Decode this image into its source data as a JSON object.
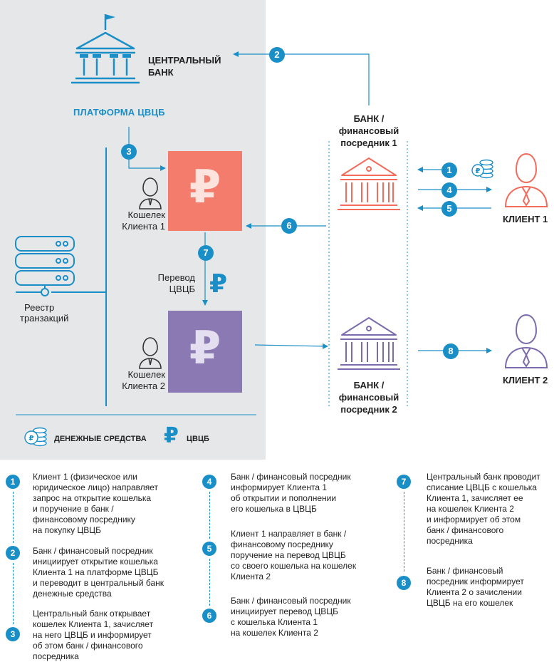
{
  "central_bank": {
    "label_line1": "ЦЕНТРАЛЬНЫЙ",
    "label_line2": "БАНК"
  },
  "platform": {
    "label": "ПЛАТФОРМА ЦВЦБ"
  },
  "bank1": {
    "line1": "БАНК /",
    "line2": "финансовый",
    "line3": "посредник 1"
  },
  "bank2": {
    "line1": "БАНК /",
    "line2": "финансовый",
    "line3": "посредник 2"
  },
  "client1": {
    "label": "КЛИЕНТ 1"
  },
  "client2": {
    "label": "КЛИЕНТ 2"
  },
  "wallet1": {
    "line1": "Кошелек",
    "line2": "Клиента 1"
  },
  "wallet2": {
    "line1": "Кошелек",
    "line2": "Клиента 2"
  },
  "transfer": {
    "line1": "Перевод",
    "line2": "ЦВЦБ"
  },
  "registry": {
    "line1": "Реестр",
    "line2": "транзакций"
  },
  "legend": {
    "money": "ДЕНЕЖНЫЕ СРЕДСТВА",
    "cbdc": "ЦВЦБ"
  },
  "badges": [
    "1",
    "2",
    "3",
    "4",
    "5",
    "6",
    "7",
    "8"
  ],
  "colors": {
    "accent_blue": "#1a8fc7",
    "client1_red": "#f26b5b",
    "client2_purple": "#7b6bab",
    "wallet1": "#f47c6c",
    "wallet2": "#8a79b3",
    "panel_gray": "#e6e7e9"
  },
  "icons": {
    "central_bank": "bank-building-flag-icon",
    "bank": "bank-building-icon",
    "client": "person-tie-icon",
    "wallet_owner": "person-outline-icon",
    "registry": "server-stack-icon",
    "money": "coin-stack-icon",
    "cbdc": "ruble-sign-icon"
  },
  "steps": [
    {
      "num": "1",
      "lines": [
        "Клиент 1 (физическое или",
        "юридическое лицо) направляет",
        "запрос на открытие кошелька",
        "и поручение в банк /",
        "финансовому посреднику",
        "на покупку ЦВЦБ"
      ]
    },
    {
      "num": "2",
      "lines": [
        "Банк / финансовый посредник",
        "инициирует открытие кошелька",
        "Клиента 1 на платформе ЦВЦБ",
        "и переводит в центральный банк",
        "денежные средства"
      ]
    },
    {
      "num": "3",
      "lines": [
        "Центральный банк открывает",
        "кошелек Клиента 1, зачисляет",
        "на него ЦВЦБ и информирует",
        "об этом банк / финансового",
        "посредника"
      ]
    },
    {
      "num": "4",
      "lines": [
        "Банк / финансовый посредник",
        "информирует Клиента 1",
        "об открытии и пополнении",
        "его кошелька в ЦВЦБ"
      ]
    },
    {
      "num": "5",
      "lines": [
        "Клиент 1 направляет в банк /",
        "финансовому посреднику",
        "поручение на перевод ЦВЦБ",
        "со своего кошелька на кошелек",
        "Клиента 2"
      ]
    },
    {
      "num": "6",
      "lines": [
        "Банк / финансовый посредник",
        "инициирует перевод ЦВЦБ",
        "с кошелька Клиента 1",
        "на кошелек Клиента 2"
      ]
    },
    {
      "num": "7",
      "lines": [
        "Центральный банк проводит",
        "списание ЦВЦБ с кошелька",
        "Клиента 1, зачисляет ее",
        "на кошелек Клиента 2",
        "и информирует об этом",
        "банк / финансового",
        "посредника"
      ]
    },
    {
      "num": "8",
      "lines": [
        "Банк / финансовый",
        "посредник информирует",
        "Клиента 2 о зачислении",
        "ЦВЦБ на его кошелек"
      ]
    }
  ]
}
